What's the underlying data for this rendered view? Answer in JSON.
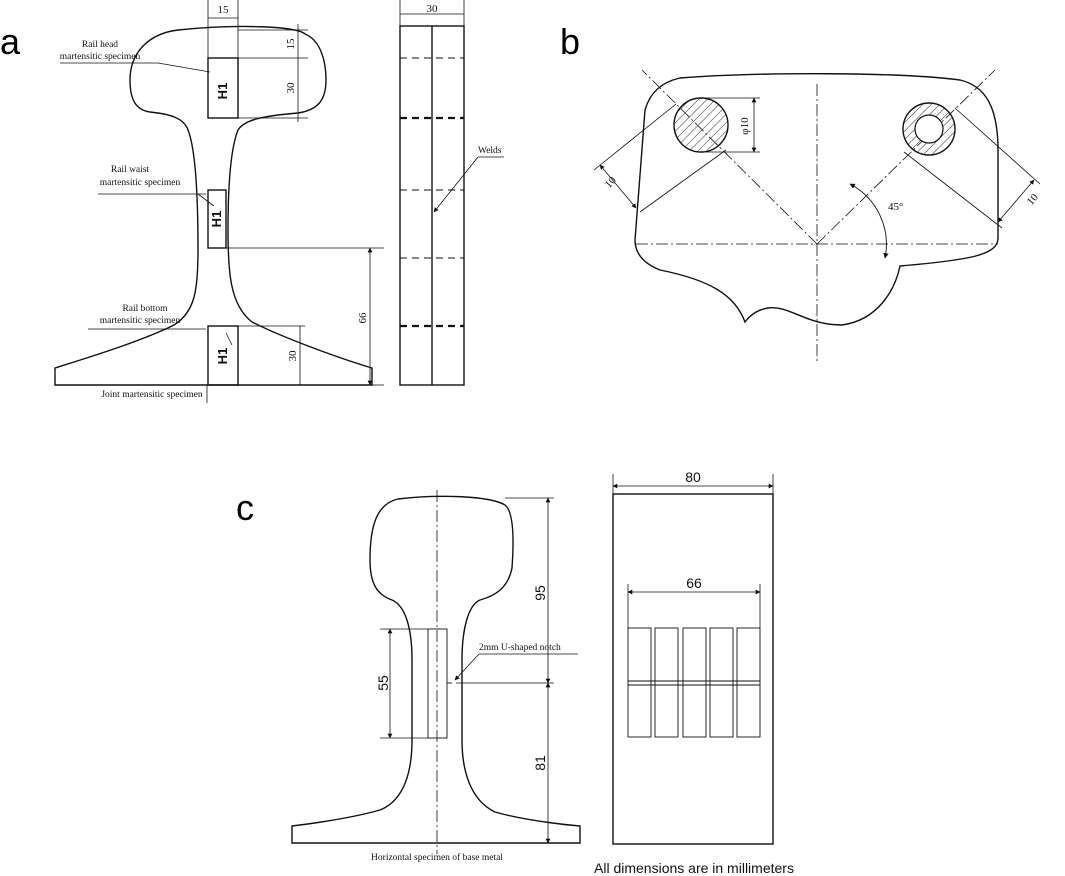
{
  "panels": {
    "a": {
      "letter": "a",
      "labels": {
        "rail_head_line1": "Rail head",
        "rail_head_line2": "martensitic specimen",
        "rail_waist_line1": "Rail waist",
        "rail_waist_line2": "martensitic specimen",
        "rail_bottom_line1": "Rail bottom",
        "rail_bottom_line2": "martensitic specimen",
        "joint": "Joint martensitic specimen",
        "welds": "Welds"
      },
      "specimen_tag": "H1",
      "dims": {
        "width_15": "15",
        "width_30": "30",
        "head_15": "15",
        "head_30": "30",
        "bottom_30": "30",
        "height_66": "66"
      }
    },
    "b": {
      "letter": "b",
      "dims": {
        "diameter": "φ10",
        "left_10": "10",
        "right_10": "10",
        "angle": "45°"
      }
    },
    "c": {
      "letter": "c",
      "labels": {
        "notch": "2mm U-shaped notch",
        "horizontal": "Horizontal specimen of base metal"
      },
      "dims": {
        "d95": "95",
        "d81": "81",
        "d55": "55",
        "d80": "80",
        "d66": "66"
      }
    }
  },
  "footer": {
    "units_note": "All dimensions are in millimeters"
  }
}
